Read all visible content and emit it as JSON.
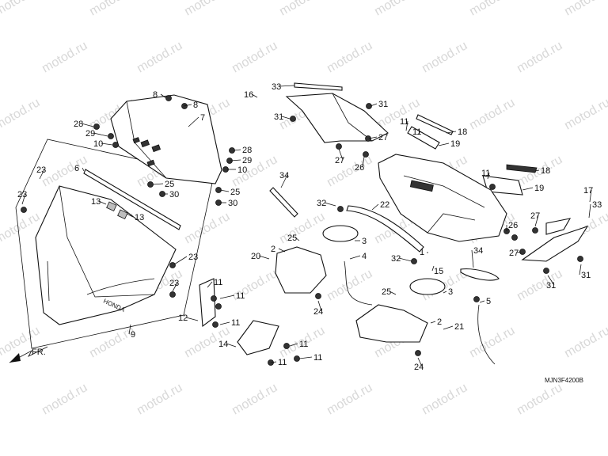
{
  "diagram": {
    "watermark": "motod.ru",
    "code": "MJN3F4200B",
    "front_label": "FR.",
    "callouts": [
      "1",
      "2",
      "3",
      "4",
      "5",
      "6",
      "7",
      "8",
      "9",
      "10",
      "11",
      "12",
      "13",
      "14",
      "15",
      "16",
      "17",
      "18",
      "19",
      "20",
      "21",
      "22",
      "23",
      "24",
      "25",
      "26",
      "27",
      "28",
      "29",
      "30",
      "31",
      "32",
      "33",
      "34"
    ]
  }
}
